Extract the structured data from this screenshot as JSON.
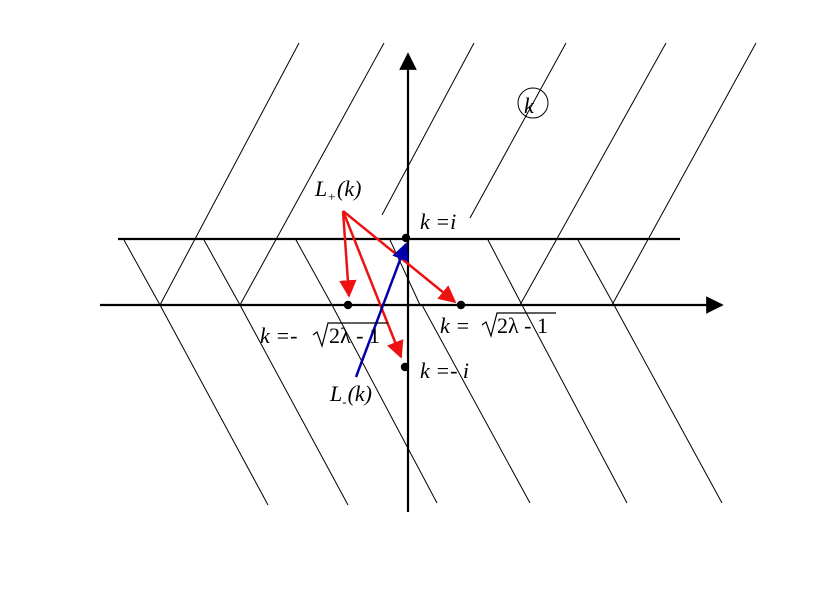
{
  "plane_label": "k",
  "l_plus": {
    "symbol": "L",
    "subscript": "+",
    "argument": "(k)"
  },
  "l_minus": {
    "symbol": "L",
    "subscript": "-",
    "argument": "(k)"
  },
  "point_i": "k =i",
  "point_minus_i": "k =- i",
  "point_pos": {
    "lhs": "k =",
    "radicand": "2λ - 1"
  },
  "point_neg": {
    "lhs": "k =- ",
    "radicand": "2λ - 1"
  },
  "colors": {
    "arrow_red": "#ee1111",
    "arrow_blue": "#0000aa",
    "line": "#000000"
  }
}
